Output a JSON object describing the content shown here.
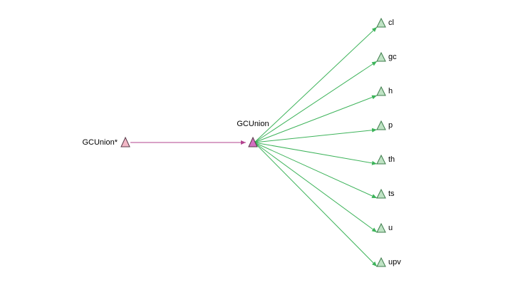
{
  "diagram": {
    "source": {
      "label": "GCUnion*",
      "kind": "pointer",
      "color": "#f2b8c6"
    },
    "center": {
      "label": "GCUnion",
      "kind": "union",
      "color": "#d36fc0"
    },
    "members": [
      {
        "label": "cl"
      },
      {
        "label": "gc"
      },
      {
        "label": "h"
      },
      {
        "label": "p"
      },
      {
        "label": "th"
      },
      {
        "label": "ts"
      },
      {
        "label": "u"
      },
      {
        "label": "upv"
      }
    ],
    "colors": {
      "pointer_edge": "#b3438f",
      "member_edge": "#3db35a",
      "member_fill": "#bfe3c4",
      "member_stroke": "#3e7d4c",
      "node_stroke": "#5a3a4a"
    }
  }
}
